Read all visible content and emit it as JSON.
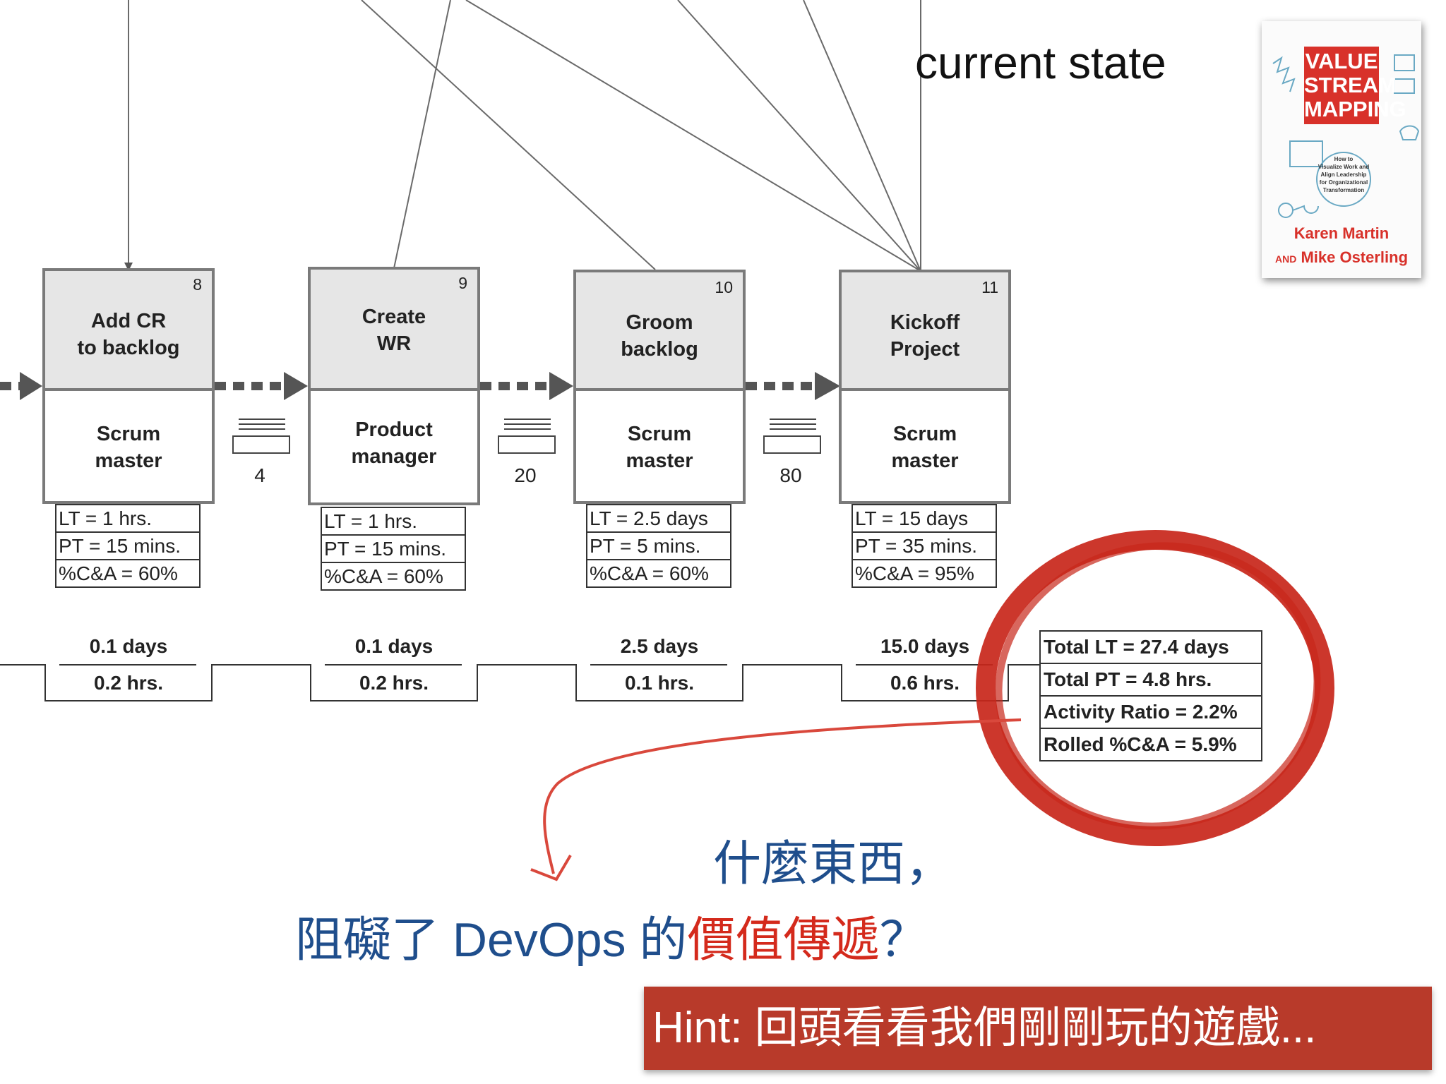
{
  "heading": "current state",
  "processes": [
    {
      "number": "8",
      "title": "Add CR\nto backlog",
      "role": "Scrum\nmaster",
      "lt": "LT = 1 hrs.",
      "pt": "PT = 15 mins.",
      "ca": "%C&A = 60%",
      "timeline_lt": "0.1 days",
      "timeline_pt": "0.2 hrs."
    },
    {
      "number": "9",
      "title": "Create\nWR",
      "role": "Product\nmanager",
      "lt": "LT = 1 hrs.",
      "pt": "PT = 15 mins.",
      "ca": "%C&A = 60%",
      "timeline_lt": "0.1 days",
      "timeline_pt": "0.2 hrs."
    },
    {
      "number": "10",
      "title": "Groom\nbacklog",
      "role": "Scrum\nmaster",
      "lt": "LT = 2.5 days",
      "pt": "PT = 5 mins.",
      "ca": "%C&A = 60%",
      "timeline_lt": "2.5 days",
      "timeline_pt": "0.1 hrs."
    },
    {
      "number": "11",
      "title": "Kickoff\nProject",
      "role": "Scrum\nmaster",
      "lt": "LT = 15 days",
      "pt": "PT = 35 mins.",
      "ca": "%C&A = 95%",
      "timeline_lt": "15.0 days",
      "timeline_pt": "0.6 hrs."
    }
  ],
  "inventory": [
    "4",
    "20",
    "80"
  ],
  "totals": {
    "lt": "Total LT = 27.4 days",
    "pt": "Total PT = 4.8 hrs.",
    "activity": "Activity Ratio = 2.2%",
    "rolled": "Rolled %C&A = 5.9%"
  },
  "book": {
    "title_lines": [
      "VALUE",
      "STREAM",
      "MAPPING"
    ],
    "subtitle_lines": [
      "How to",
      "Visualize Work and",
      "Align Leadership",
      "for Organizational",
      "Transformation"
    ],
    "author1": "Karen Martin",
    "author_and": "AND",
    "author2": "Mike Osterling"
  },
  "question": {
    "line1": "什麼東西，",
    "line2_prefix": "阻礙了 DevOps 的",
    "line2_highlight": "價值傳遞",
    "line2_suffix": "？"
  },
  "hint": "Hint: 回頭看看我們剛剛玩的遊戲...",
  "colors": {
    "question": "#1f4e8c",
    "highlight": "#d42a1c",
    "hint_bg": "#b83a2a",
    "circle": "#c8261a"
  }
}
